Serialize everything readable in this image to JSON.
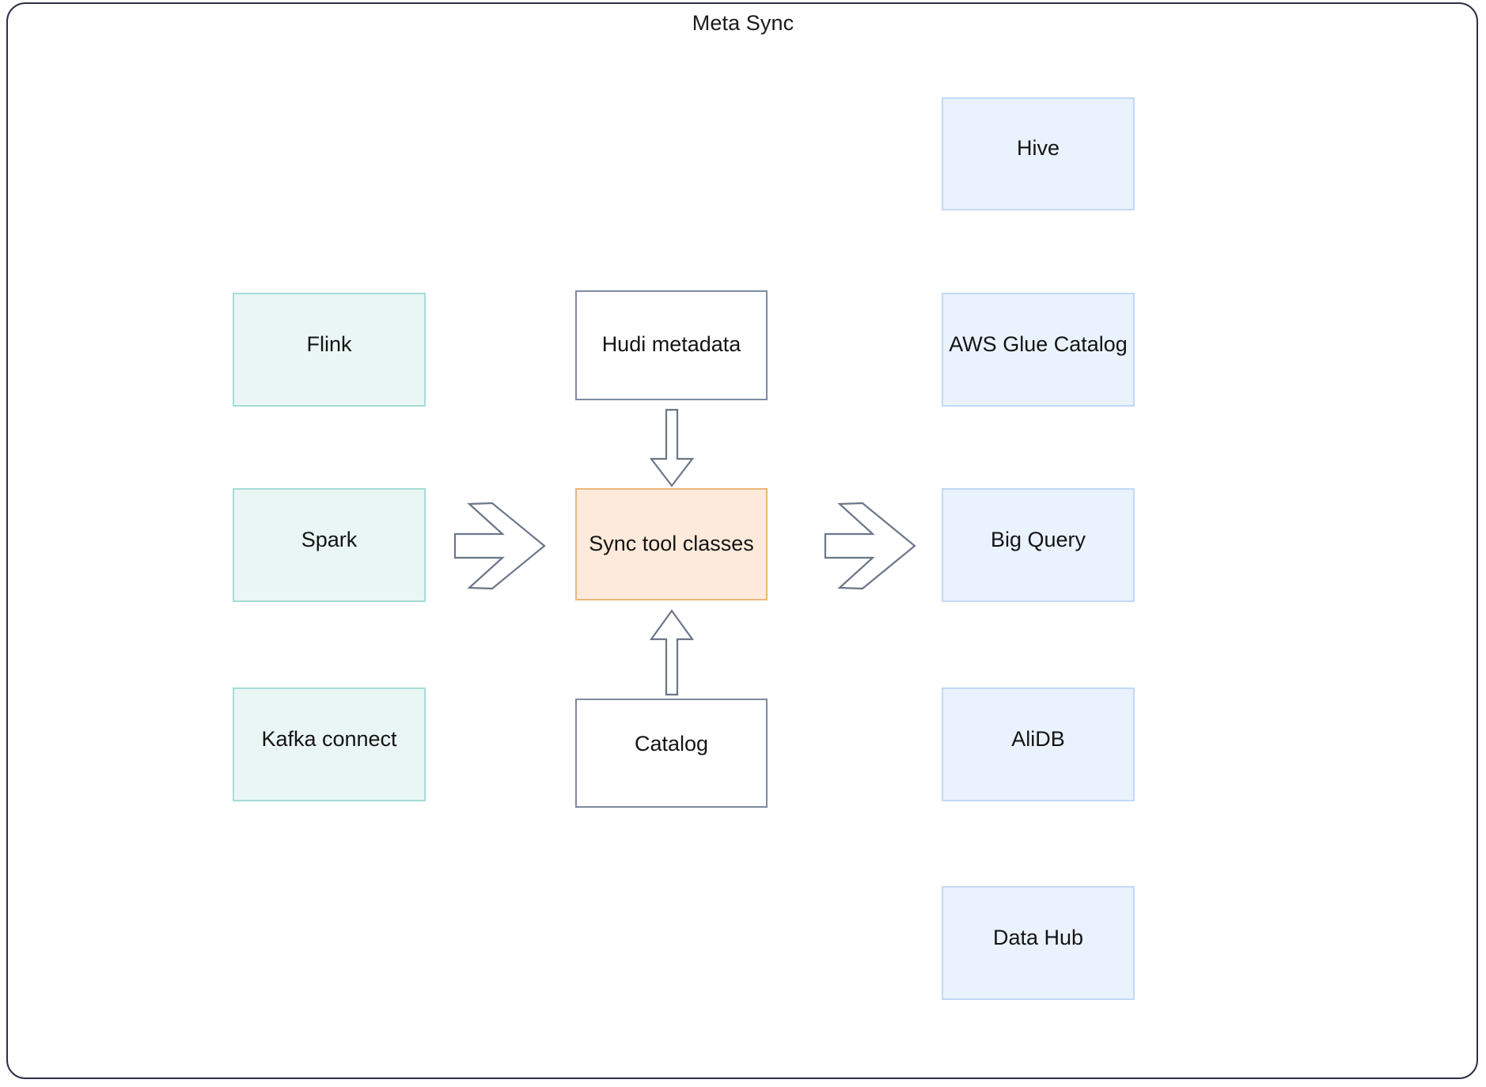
{
  "diagram": {
    "title": "Meta Sync",
    "frame": {
      "border_color": "#2e3047",
      "background": "#ffffff"
    }
  },
  "palette": {
    "source_fill": "#e9f6f3",
    "source_border": "#a6dcd6",
    "target_fill": "#eaf2fd",
    "target_border": "#c3d9f6",
    "center_fill": "#fdeadb",
    "center_border": "#e9b879",
    "plain_fill": "#ffffff",
    "plain_border": "#7d8aa2",
    "arrow_stroke": "#6c7688",
    "text_color": "#141414"
  },
  "nodes": {
    "sources": [
      {
        "id": "flink",
        "label": "Flink"
      },
      {
        "id": "spark",
        "label": "Spark"
      },
      {
        "id": "kafka-connect",
        "label": "Kafka connect"
      }
    ],
    "center": {
      "id": "sync-tool-classes",
      "label": "Sync tool classes"
    },
    "inputs": [
      {
        "id": "hudi-metadata",
        "label": "Hudi metadata"
      },
      {
        "id": "catalog",
        "label": "Catalog"
      }
    ],
    "targets": [
      {
        "id": "hive",
        "label": "Hive"
      },
      {
        "id": "aws-glue-catalog",
        "label": "AWS Glue Catalog"
      },
      {
        "id": "big-query",
        "label": "Big Query"
      },
      {
        "id": "alidb",
        "label": "AliDB"
      },
      {
        "id": "data-hub",
        "label": "Data Hub"
      }
    ]
  },
  "connectors": [
    {
      "id": "sources-to-sync",
      "name": "block-arrow-right",
      "from": "sources",
      "to": "sync-tool-classes",
      "direction": "right"
    },
    {
      "id": "sync-to-targets",
      "name": "block-arrow-right",
      "from": "sync-tool-classes",
      "to": "targets",
      "direction": "right"
    },
    {
      "id": "hudi-to-sync",
      "name": "arrow-down",
      "from": "hudi-metadata",
      "to": "sync-tool-classes",
      "direction": "down"
    },
    {
      "id": "catalog-to-sync",
      "name": "arrow-up",
      "from": "catalog",
      "to": "sync-tool-classes",
      "direction": "up"
    }
  ]
}
